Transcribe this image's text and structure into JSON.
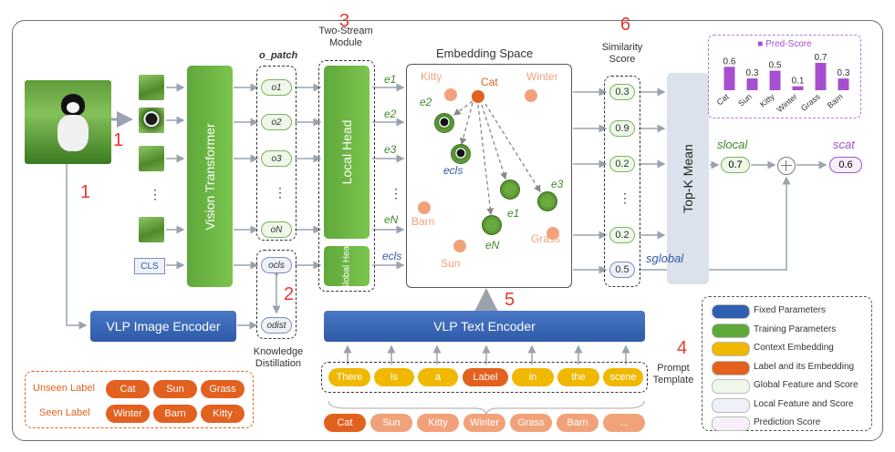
{
  "markers": [
    "1",
    "1",
    "2",
    "3",
    "4",
    "5",
    "6"
  ],
  "modules": {
    "vision_transformer": "Vision Transformer",
    "local_head": "Local   Head",
    "global_head": "Global Head",
    "top_k_mean": "Top-K Mean",
    "vlp_image_encoder": "VLP Image Encoder",
    "vlp_text_encoder": "VLP Text Encoder"
  },
  "labels": {
    "o_patch": "o_patch",
    "two_stream": "Two-Stream Module",
    "embedding_space": "Embedding Space",
    "similarity_score": "Similarity Score",
    "knowledge_distillation": "Knowledge Distillation",
    "prompt_template": "Prompt Template",
    "cls_token": "CLS",
    "ellipsis": "⋮"
  },
  "features": {
    "o_tokens": [
      "o1",
      "o2",
      "o3",
      "⋮",
      "oN"
    ],
    "o_cls": "ocls",
    "o_dist": "odist",
    "e_tokens": [
      "e1",
      "e2",
      "e3",
      "⋮",
      "eN"
    ],
    "e_cls": "ecls"
  },
  "similarity_scores": [
    "0.3",
    "0.9",
    "0.2",
    "⋮",
    "0.2",
    "0.5"
  ],
  "scores": {
    "s_local_label": "slocal",
    "s_local_value": "0.7",
    "s_global_label": "sglobal",
    "s_cat_label": "scat",
    "s_cat_value": "0.6"
  },
  "embedding_nodes": {
    "labels": [
      "Kitty",
      "Cat",
      "Winter",
      "Barn",
      "Sun",
      "Grass"
    ],
    "image_labels": [
      "e2",
      "ecls",
      "e1",
      "e3",
      "eN"
    ]
  },
  "labels_panel": {
    "unseen_title": "Unseen Label",
    "unseen": [
      "Cat",
      "Sun",
      "Grass"
    ],
    "seen_title": "Seen Label",
    "seen": [
      "Winter",
      "Barn",
      "Kitty"
    ]
  },
  "prompt": {
    "tokens": [
      "There",
      "is",
      "a",
      "Label",
      "in",
      "the",
      "scene"
    ],
    "candidates": [
      "Cat",
      "Sun",
      "Kitty",
      "Winter",
      "Grass",
      "Barn",
      "..."
    ]
  },
  "legend": [
    {
      "label": "Fixed Parameters",
      "color": "#2f5fb0"
    },
    {
      "label": "Training Parameters",
      "color": "#5fa83a"
    },
    {
      "label": "Context Embedding",
      "color": "#f0b800"
    },
    {
      "label": "Label and its Embedding",
      "color": "#e2611f"
    },
    {
      "label": "Global Feature and Score",
      "color": "#eef7e9"
    },
    {
      "label": "Local Feature and Score",
      "color": "#eef1f8"
    },
    {
      "label": "Prediction Score",
      "color": "#f7f0fb"
    }
  ],
  "chart_data": {
    "type": "bar",
    "title": "Pred-Score",
    "categories": [
      "Cat",
      "Sun",
      "Kitty",
      "Winter",
      "Grass",
      "Barn"
    ],
    "values": [
      0.6,
      0.3,
      0.5,
      0.1,
      0.7,
      0.3
    ],
    "value_labels": [
      "0.6",
      "0.3",
      "0.5",
      "0.1",
      "0.7",
      "0.3"
    ],
    "ylim": [
      0,
      0.7
    ],
    "color": "#a64fd0"
  }
}
